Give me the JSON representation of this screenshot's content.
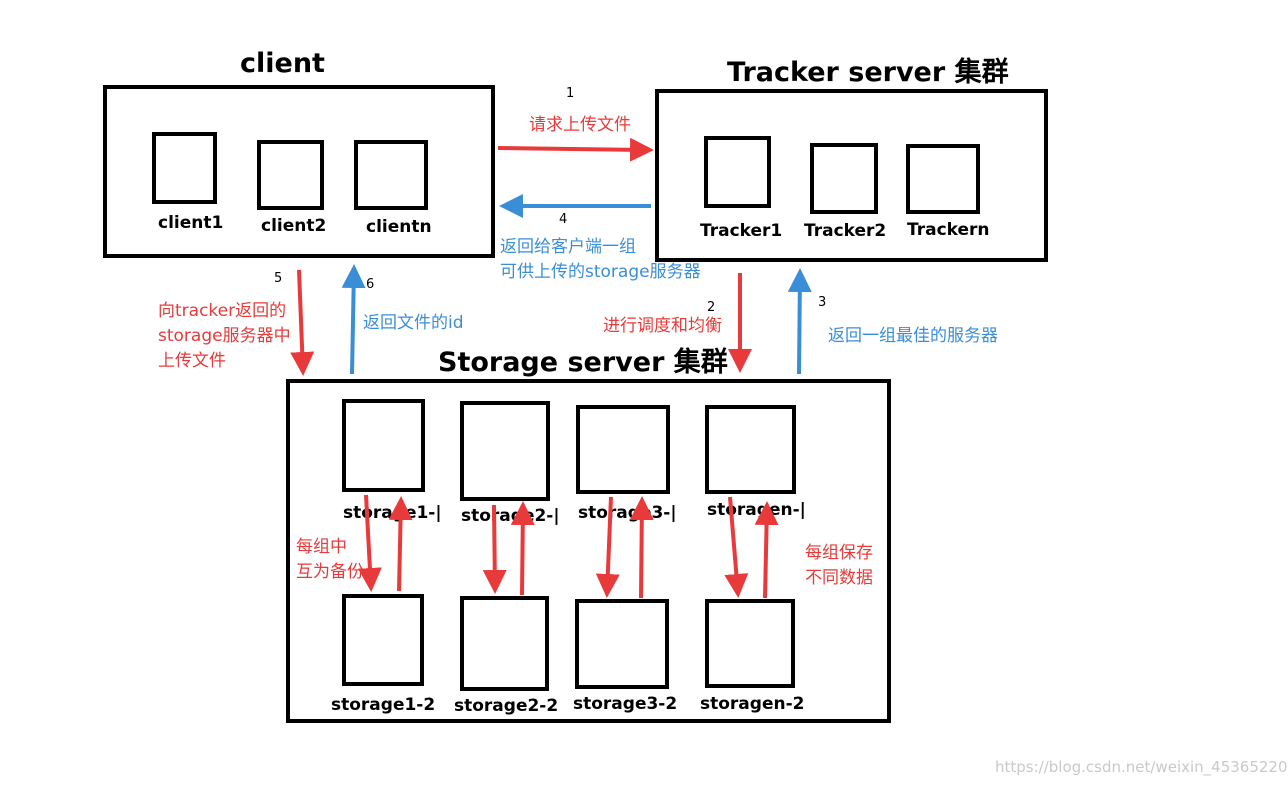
{
  "client": {
    "title": "client",
    "nodes": [
      "client1",
      "client2",
      "clientn"
    ]
  },
  "tracker": {
    "title": "Tracker server 集群",
    "nodes": [
      "Tracker1",
      "Tracker2",
      "Trackern"
    ]
  },
  "storage": {
    "title": "Storage server 集群",
    "row1": [
      "storage1-|",
      "storage2-|",
      "storage3-|",
      "storagen-|"
    ],
    "row2": [
      "storage1-2",
      "storage2-2",
      "storage3-2",
      "storagen-2"
    ]
  },
  "steps": {
    "s1": {
      "num": "1",
      "text": "请求上传文件"
    },
    "s2": {
      "num": "2",
      "text": "进行调度和均衡"
    },
    "s3": {
      "num": "3",
      "text": "返回一组最佳的服务器"
    },
    "s4": {
      "num": "4",
      "text": "返回给客户端一组\n可供上传的storage服务器"
    },
    "s5": {
      "num": "5",
      "text": "向tracker返回的\nstorage服务器中\n上传文件"
    },
    "s6": {
      "num": "6",
      "text": "返回文件的id"
    }
  },
  "notes": {
    "backup": "每组中\n互为备份",
    "different": "每组保存\n不同数据"
  },
  "watermark": "https://blog.csdn.net/weixin_45365220",
  "colors": {
    "red": "#e83a3a",
    "blue": "#3a8ed8"
  }
}
